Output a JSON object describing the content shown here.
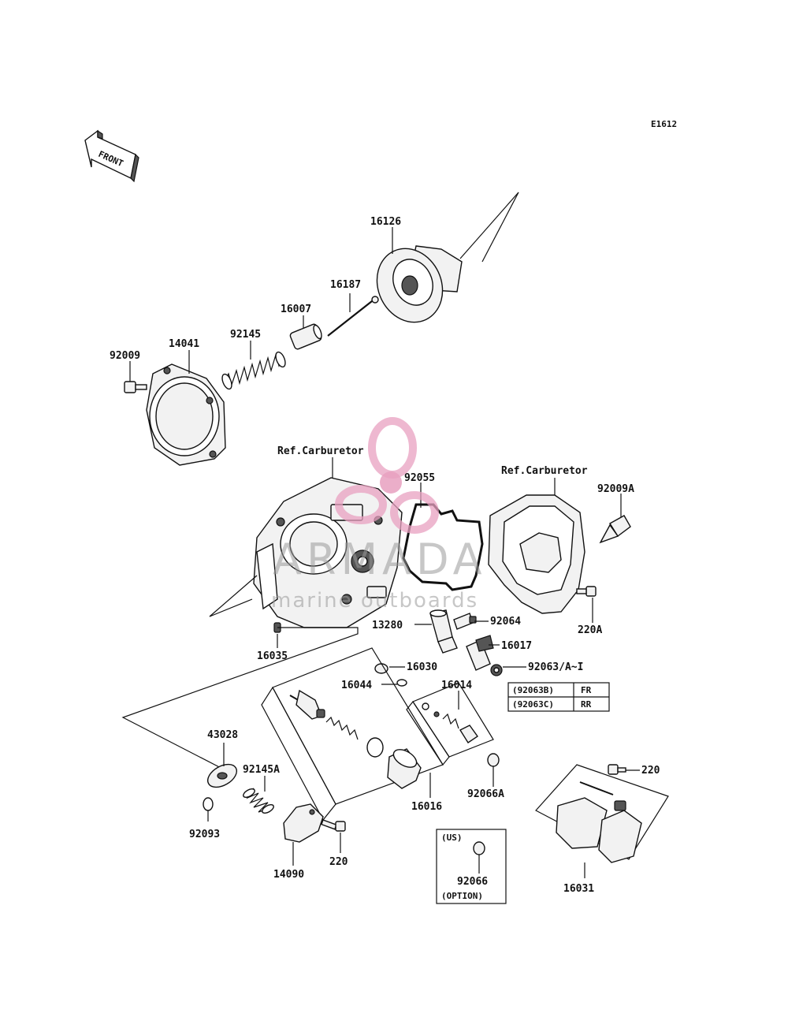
{
  "diagram": {
    "code": "E1612",
    "front_label": "FRONT",
    "ref_labels": [
      "Ref.Carburetor",
      "Ref.Carburetor"
    ],
    "parts": [
      {
        "id": "p16126",
        "label": "16126"
      },
      {
        "id": "p16187",
        "label": "16187"
      },
      {
        "id": "p16007",
        "label": "16007"
      },
      {
        "id": "p92145",
        "label": "92145"
      },
      {
        "id": "p14041",
        "label": "14041"
      },
      {
        "id": "p92009",
        "label": "92009"
      },
      {
        "id": "p92055",
        "label": "92055"
      },
      {
        "id": "p92009A",
        "label": "92009A"
      },
      {
        "id": "p92064",
        "label": "92064"
      },
      {
        "id": "p13280",
        "label": "13280"
      },
      {
        "id": "p220A",
        "label": "220A"
      },
      {
        "id": "p16017",
        "label": "16017"
      },
      {
        "id": "p16035",
        "label": "16035"
      },
      {
        "id": "p16030",
        "label": "16030"
      },
      {
        "id": "p92063",
        "label": "92063/A~I"
      },
      {
        "id": "p16044",
        "label": "16044"
      },
      {
        "id": "p16014",
        "label": "16014"
      },
      {
        "id": "p43028",
        "label": "43028"
      },
      {
        "id": "p92145A",
        "label": "92145A"
      },
      {
        "id": "p220b",
        "label": "220"
      },
      {
        "id": "p92066A",
        "label": "92066A"
      },
      {
        "id": "p92093",
        "label": "92093"
      },
      {
        "id": "p16016",
        "label": "16016"
      },
      {
        "id": "p220c",
        "label": "220"
      },
      {
        "id": "p14090",
        "label": "14090"
      },
      {
        "id": "p16031",
        "label": "16031"
      },
      {
        "id": "p92066",
        "label": "92066"
      }
    ],
    "variant_table": [
      {
        "code": "(92063B)",
        "pos": "FR"
      },
      {
        "code": "(92063C)",
        "pos": "RR"
      }
    ],
    "option_box": {
      "region": "(US)",
      "label": "(OPTION)"
    }
  },
  "watermark": {
    "brand": "ARMADA",
    "tagline": "marine outboards",
    "color": "#e8a0c0"
  }
}
